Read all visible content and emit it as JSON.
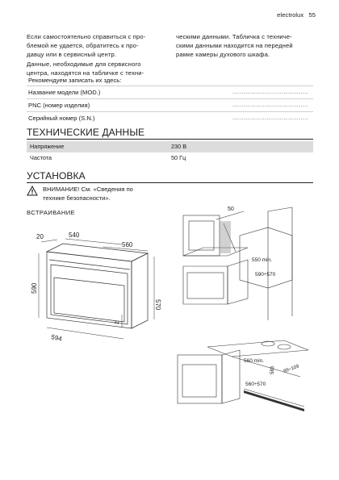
{
  "header": {
    "brand": "electrolux",
    "page_number": "55"
  },
  "intro": {
    "left": [
      "Если самостоятельно справиться с про-",
      "блемой не удается, обратитесь к про-",
      "давцу или в сервисный центр.",
      "Данные, необходимые для сервисного",
      "центра, находятся на табличке с техни-"
    ],
    "right": [
      "ческими данными. Табличка с техниче-",
      "скими данными находится на передней",
      "рамке камеры духового шкафа."
    ]
  },
  "record": {
    "heading": "Рекомендуем записать их здесь:",
    "rows": [
      {
        "label": "Название модели (MOD.)",
        "dots": "........................................"
      },
      {
        "label": "PNC (номер изделия)",
        "dots": "........................................"
      },
      {
        "label": "Серийный номер (S.N.)",
        "dots": "........................................"
      }
    ]
  },
  "tech": {
    "title": "ТЕХНИЧЕСКИЕ ДАННЫЕ",
    "rows": [
      {
        "key": "Напряжение",
        "value": "230 В"
      },
      {
        "key": "Частота",
        "value": "50 Гц"
      }
    ]
  },
  "install": {
    "title": "УСТАНОВКА",
    "warning": [
      "ВНИМАНИЕ! См. «Сведения по",
      "технике безопасности»."
    ],
    "subhead": "ВСТРАИВАНИЕ",
    "dims_left": {
      "d20": "20",
      "d540": "540",
      "d560": "560",
      "d590": "590",
      "d570": "570",
      "d2": "2",
      "d594": "594"
    },
    "dims_top_right": {
      "d50": "50",
      "d550": "550 min.",
      "d590_570": "590÷570"
    },
    "dims_bottom_right": {
      "d560": "560 min.",
      "d583": "583",
      "d89": "89÷109",
      "d560_570": "560÷570"
    }
  }
}
